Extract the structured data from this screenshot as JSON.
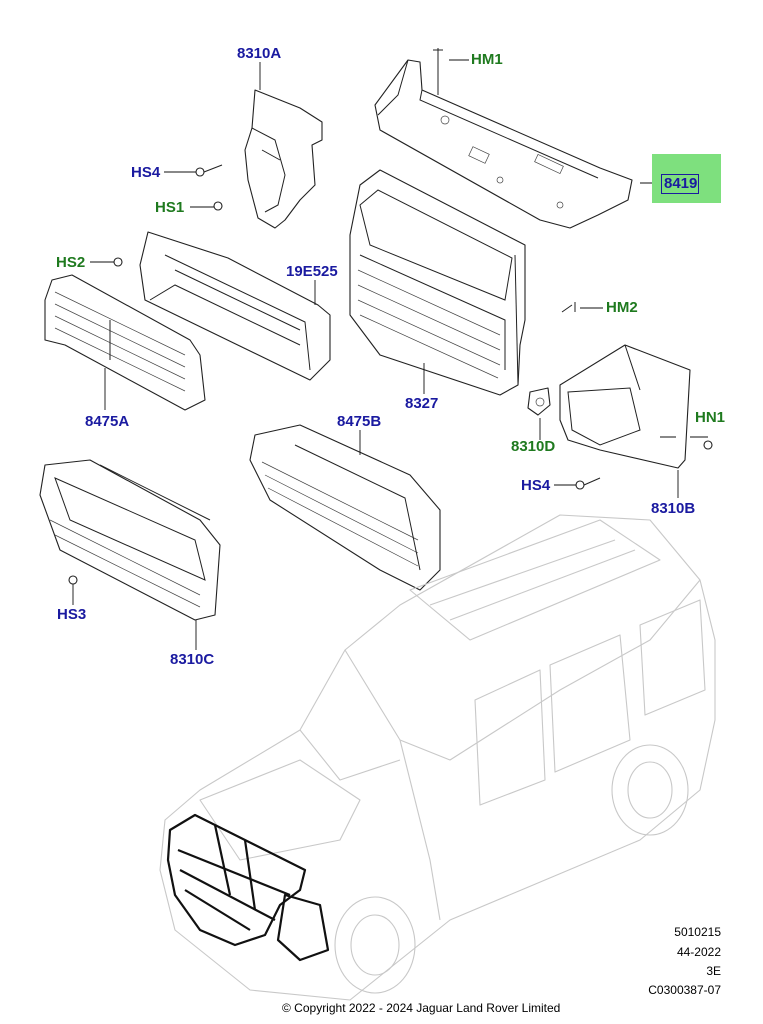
{
  "callouts": {
    "c_8310A": "8310A",
    "c_HM1": "HM1",
    "c_HS4_top": "HS4",
    "c_8419": "8419",
    "c_HS1": "HS1",
    "c_HS2": "HS2",
    "c_19E525": "19E525",
    "c_HM2": "HM2",
    "c_8475A": "8475A",
    "c_8327": "8327",
    "c_HN1": "HN1",
    "c_8310D": "8310D",
    "c_8475B": "8475B",
    "c_HS4_bottom": "HS4",
    "c_8310B": "8310B",
    "c_HS3": "HS3",
    "c_8310C": "8310C"
  },
  "colors": {
    "part_number": "#1a1aa0",
    "hardware_code": "#1f7a1f",
    "highlight": "#7ee07e"
  },
  "highlighted_part": "8419",
  "footer": {
    "line1": "5010215",
    "line2": "44-2022",
    "line3": "3E",
    "line4": "C0300387-07",
    "copyright": "© Copyright  2022 - 2024  Jaguar Land Rover Limited"
  }
}
